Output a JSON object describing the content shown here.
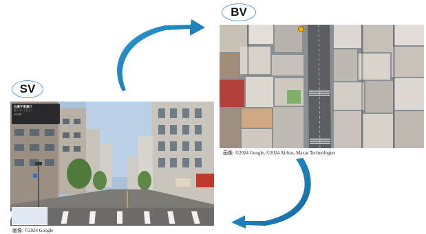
{
  "sv": {
    "label": "SV",
    "credit": "画像: ©2024 Google",
    "card": {
      "title": "台東千束通り",
      "subtitle": "ストリートビュー",
      "date": "2023年"
    }
  },
  "bv": {
    "label": "BV",
    "credit": "画像: ©2024 Google, ©2024 Airbus, Maxar Technologies"
  },
  "colors": {
    "arrow": "#1f87c4",
    "arrow_dark": "#15699c",
    "oval_border": "#5b9bd5"
  }
}
